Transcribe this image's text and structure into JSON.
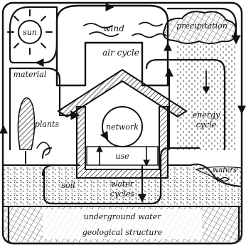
{
  "labels": {
    "sun": "sun",
    "wind": "wind",
    "precipitation": "precipitation",
    "air_cycle": "air cycle",
    "material": "material",
    "plants": "plants",
    "network": "network",
    "energy_cycle_line1": "energy",
    "energy_cycle_line2": "cycle",
    "use": "use",
    "soil": "soil",
    "waters": "waters",
    "water_cycles_line1": "water",
    "water_cycles_line2": "cycles",
    "underground_water": "underground water",
    "geological_structure": "geological structure"
  }
}
